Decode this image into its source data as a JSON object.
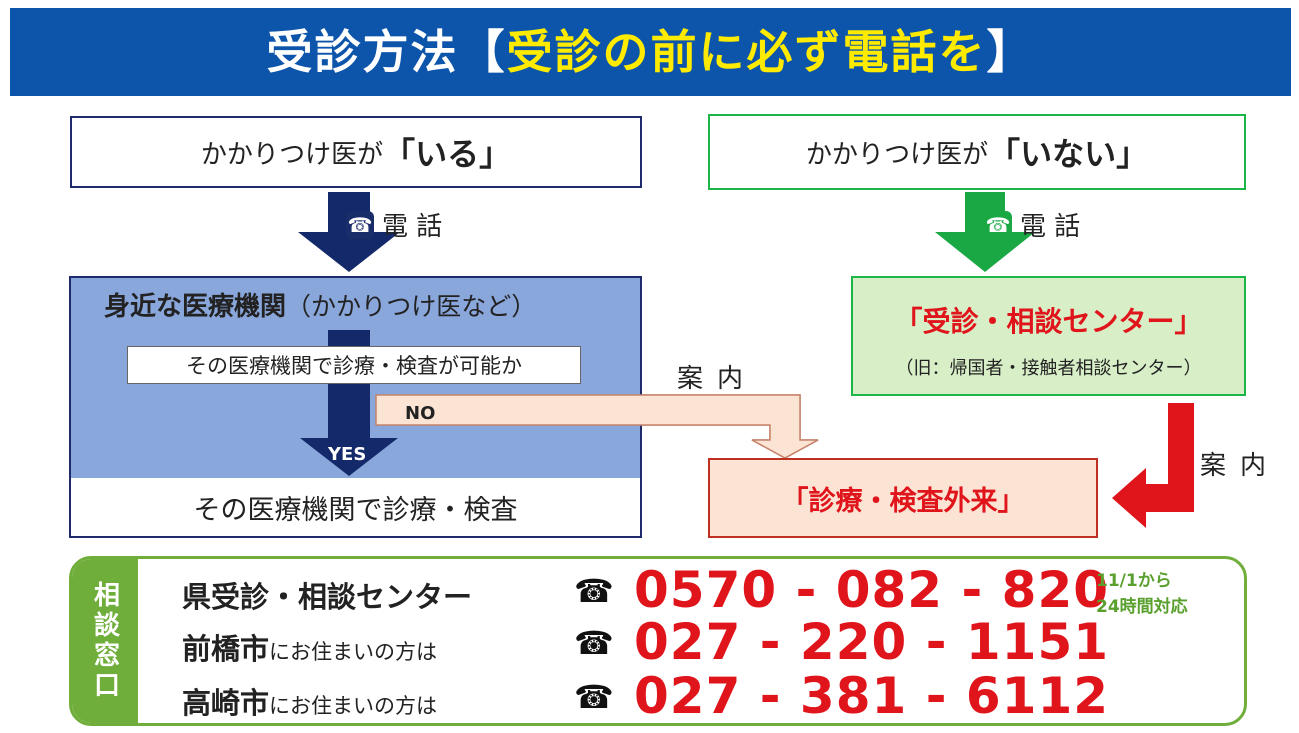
{
  "header": {
    "title_part1": "受診方法【",
    "title_part2": "受診の前に必ず電話を",
    "title_part3": "】"
  },
  "left": {
    "box_prefix": "かかりつけ医が",
    "box_emphasis": "「いる」",
    "phone_label": "電 話",
    "institution_name": "身近な医療機関",
    "institution_sub": "（かかりつけ医など）",
    "question": "その医療機関で診療・検査が可能か",
    "yes_label": "YES",
    "no_label": "NO",
    "result": "その医療機関で診療・検査"
  },
  "right": {
    "box_prefix": "かかりつけ医が",
    "box_emphasis": "「いない」",
    "phone_label": "電 話",
    "center_name": "「受診・相談センター」",
    "center_old_name": "（旧：帰国者・接触者相談センター）"
  },
  "guide_label": "案内",
  "outpatient": "「診療・検査外来」",
  "contact": {
    "side_label": "相談窓口",
    "note_line1": "11/1から",
    "note_line2": "24時間対応",
    "rows": [
      {
        "name": "県受診・相談センター",
        "suffix": "",
        "phone": "0570 - 082 - 820"
      },
      {
        "name": "前橋市",
        "suffix": "にお住まいの方は",
        "phone": "027 - 220 - 1151"
      },
      {
        "name": "高崎市",
        "suffix": "にお住まいの方は",
        "phone": "027 - 381 - 6112"
      }
    ]
  },
  "icons": {
    "phone": "telephone-icon"
  },
  "colors": {
    "header_bg": "#0d55aa",
    "header_highlight": "#ffeb00",
    "navy": "#1a2d6b",
    "green": "#1aa845",
    "red": "#e0141b",
    "contact_green": "#6fae3a"
  }
}
